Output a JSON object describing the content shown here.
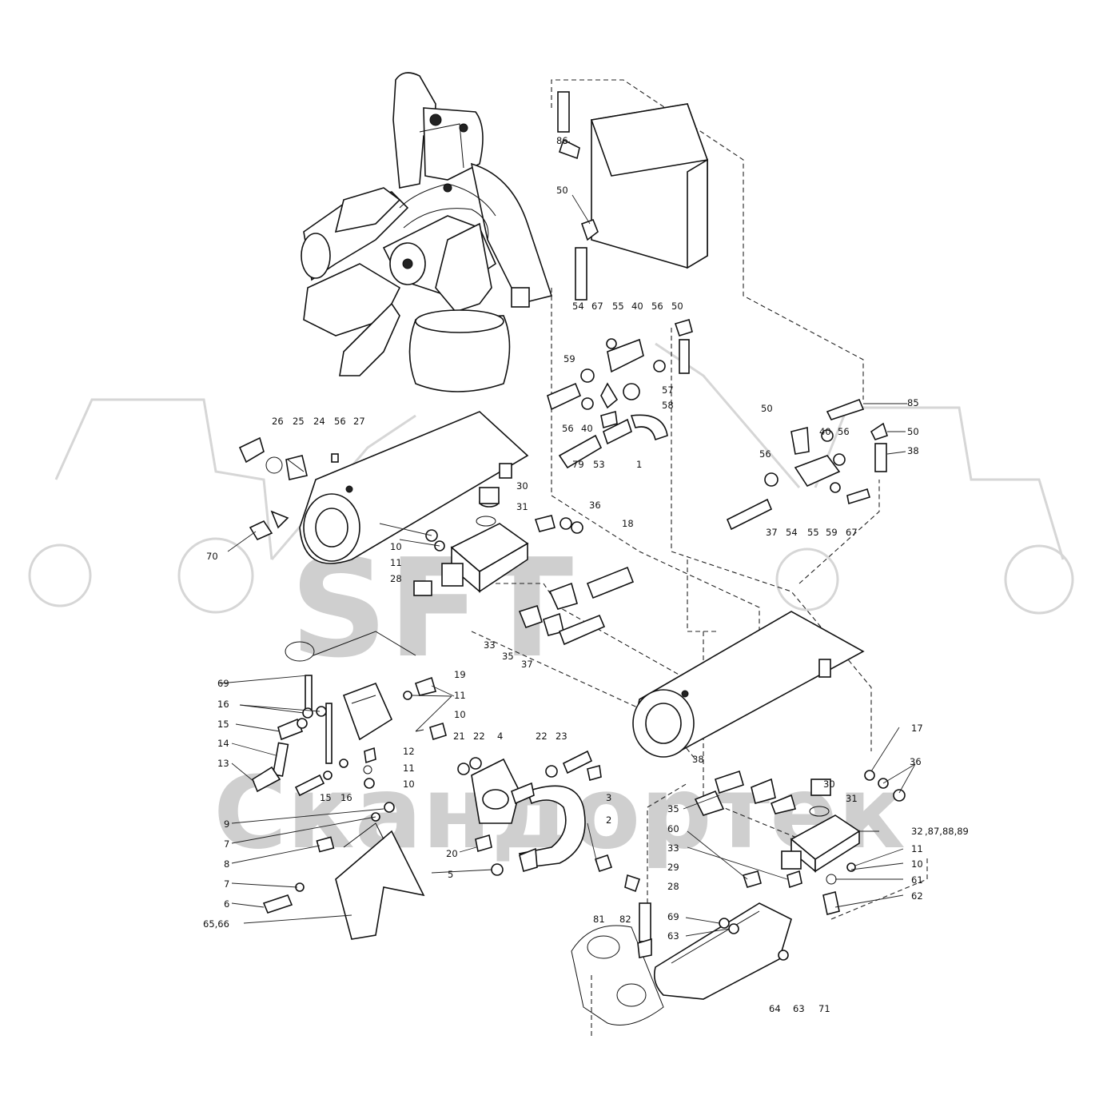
{
  "watermark": {
    "brand": "SFT",
    "company": "Скандортек"
  },
  "callouts": [
    {
      "id": "c86",
      "label": "86"
    },
    {
      "id": "c50a",
      "label": "50"
    },
    {
      "id": "c54a",
      "label": "54"
    },
    {
      "id": "c67a",
      "label": "67"
    },
    {
      "id": "c55a",
      "label": "55"
    },
    {
      "id": "c40a",
      "label": "40"
    },
    {
      "id": "c56a",
      "label": "56"
    },
    {
      "id": "c50b",
      "label": "50"
    },
    {
      "id": "c59a",
      "label": "59"
    },
    {
      "id": "c57",
      "label": "57"
    },
    {
      "id": "c58",
      "label": "58"
    },
    {
      "id": "c56b",
      "label": "56"
    },
    {
      "id": "c40b",
      "label": "40"
    },
    {
      "id": "c79",
      "label": "79"
    },
    {
      "id": "c53",
      "label": "53"
    },
    {
      "id": "c1",
      "label": "1"
    },
    {
      "id": "c85",
      "label": "85"
    },
    {
      "id": "c50c",
      "label": "50"
    },
    {
      "id": "c40c",
      "label": "40"
    },
    {
      "id": "c56c",
      "label": "56"
    },
    {
      "id": "c50d",
      "label": "50"
    },
    {
      "id": "c38a",
      "label": "38"
    },
    {
      "id": "c56d",
      "label": "56"
    },
    {
      "id": "c37a",
      "label": "37"
    },
    {
      "id": "c54b",
      "label": "54"
    },
    {
      "id": "c55b",
      "label": "55"
    },
    {
      "id": "c59b",
      "label": "59"
    },
    {
      "id": "c67b",
      "label": "67"
    },
    {
      "id": "c26",
      "label": "26"
    },
    {
      "id": "c25",
      "label": "25"
    },
    {
      "id": "c24",
      "label": "24"
    },
    {
      "id": "c56e",
      "label": "56"
    },
    {
      "id": "c27",
      "label": "27"
    },
    {
      "id": "c70",
      "label": "70"
    },
    {
      "id": "c30a",
      "label": "30"
    },
    {
      "id": "c31a",
      "label": "31"
    },
    {
      "id": "c36a",
      "label": "36"
    },
    {
      "id": "c18",
      "label": "18"
    },
    {
      "id": "c10a",
      "label": "10"
    },
    {
      "id": "c11a",
      "label": "11"
    },
    {
      "id": "c28a",
      "label": "28"
    },
    {
      "id": "c33a",
      "label": "33"
    },
    {
      "id": "c35a",
      "label": "35"
    },
    {
      "id": "c37b",
      "label": "37"
    },
    {
      "id": "c69a",
      "label": "69"
    },
    {
      "id": "c16a",
      "label": "16"
    },
    {
      "id": "c15a",
      "label": "15"
    },
    {
      "id": "c14",
      "label": "14"
    },
    {
      "id": "c13",
      "label": "13"
    },
    {
      "id": "c15b",
      "label": "15"
    },
    {
      "id": "c16b",
      "label": "16"
    },
    {
      "id": "c19",
      "label": "19"
    },
    {
      "id": "c11b",
      "label": "11"
    },
    {
      "id": "c10b",
      "label": "10"
    },
    {
      "id": "c12",
      "label": "12"
    },
    {
      "id": "c11c",
      "label": "11"
    },
    {
      "id": "c10c",
      "label": "10"
    },
    {
      "id": "c21",
      "label": "21"
    },
    {
      "id": "c22a",
      "label": "22"
    },
    {
      "id": "c4",
      "label": "4"
    },
    {
      "id": "c22b",
      "label": "22"
    },
    {
      "id": "c23",
      "label": "23"
    },
    {
      "id": "c3",
      "label": "3"
    },
    {
      "id": "c2",
      "label": "2"
    },
    {
      "id": "c20",
      "label": "20"
    },
    {
      "id": "c5",
      "label": "5"
    },
    {
      "id": "c9",
      "label": "9"
    },
    {
      "id": "c7a",
      "label": "7"
    },
    {
      "id": "c8",
      "label": "8"
    },
    {
      "id": "c7b",
      "label": "7"
    },
    {
      "id": "c6",
      "label": "6"
    },
    {
      "id": "c6566",
      "label": "65,66"
    },
    {
      "id": "c81",
      "label": "81"
    },
    {
      "id": "c82",
      "label": "82"
    },
    {
      "id": "c17",
      "label": "17"
    },
    {
      "id": "c36b",
      "label": "36"
    },
    {
      "id": "c38b",
      "label": "38"
    },
    {
      "id": "c30b",
      "label": "30"
    },
    {
      "id": "c31b",
      "label": "31"
    },
    {
      "id": "c35b",
      "label": "35"
    },
    {
      "id": "c60",
      "label": "60"
    },
    {
      "id": "c33b",
      "label": "33"
    },
    {
      "id": "c29",
      "label": "29"
    },
    {
      "id": "c28b",
      "label": "28"
    },
    {
      "id": "c32",
      "label": "32"
    },
    {
      "id": "c878889",
      "label": ",87,88,89"
    },
    {
      "id": "c11d",
      "label": "11"
    },
    {
      "id": "c10d",
      "label": "10"
    },
    {
      "id": "c61",
      "label": "61"
    },
    {
      "id": "c62",
      "label": "62"
    },
    {
      "id": "c69b",
      "label": "69"
    },
    {
      "id": "c63a",
      "label": "63"
    },
    {
      "id": "c64",
      "label": "64"
    },
    {
      "id": "c63b",
      "label": "63"
    },
    {
      "id": "c71",
      "label": "71"
    }
  ]
}
